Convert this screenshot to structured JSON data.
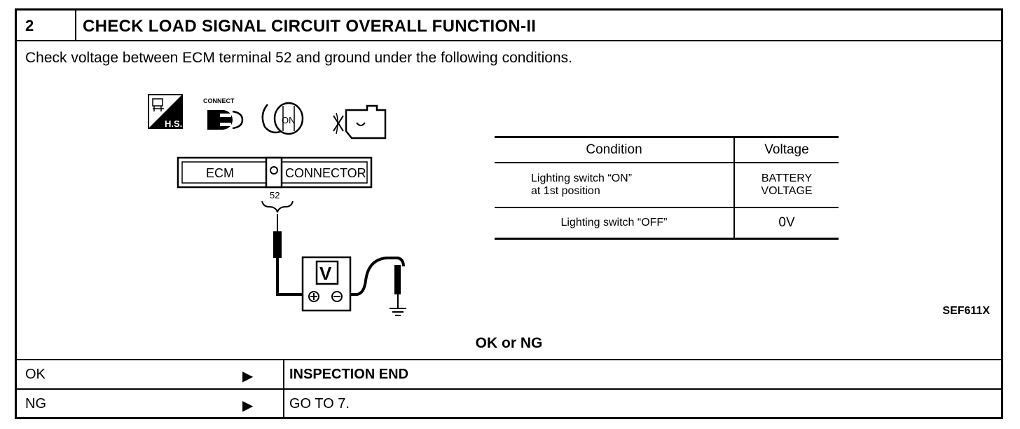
{
  "step": {
    "number": "2",
    "title": "CHECK LOAD SIGNAL CIRCUIT OVERALL FUNCTION-II"
  },
  "instruction": "Check voltage between ECM terminal 52 and ground under the following conditions.",
  "diagram": {
    "hs_label": "H.S.",
    "connect_label": "CONNECT",
    "key_label": "ON",
    "ecm_label": "ECM",
    "connector_label": "CONNECTOR",
    "terminal_label": "52",
    "meter_label": "V"
  },
  "table": {
    "headers": [
      "Condition",
      "Voltage"
    ],
    "rows": [
      {
        "condition_line1": "Lighting switch “ON”",
        "condition_line2": "at 1st position",
        "voltage_line1": "BATTERY",
        "voltage_line2": "VOLTAGE"
      },
      {
        "condition_line1": "Lighting switch “OFF”",
        "voltage_line1": "0V"
      }
    ]
  },
  "figure_id": "SEF611X",
  "ok_or_ng": "OK or NG",
  "results": [
    {
      "key": "OK",
      "action": "INSPECTION END"
    },
    {
      "key": "NG",
      "action": "GO TO 7."
    }
  ]
}
